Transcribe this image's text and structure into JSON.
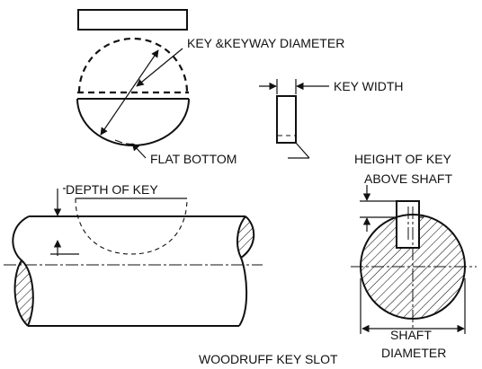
{
  "labels": {
    "key_keyway_diameter": "KEY &KEYWAY DIAMETER",
    "key_width": "KEY WIDTH",
    "flat_bottom": "FLAT BOTTOM",
    "height_of_key_line1": "HEIGHT OF KEY",
    "height_of_key_line2": "ABOVE SHAFT",
    "depth_of_key": "DEPTH OF KEY",
    "shaft_diameter_line1": "SHAFT",
    "shaft_diameter_line2": "DIAMETER",
    "caption": "WOODRUFF KEY SLOT"
  }
}
